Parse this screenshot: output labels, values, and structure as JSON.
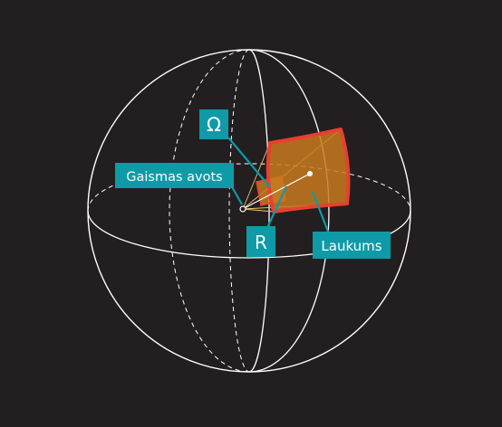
{
  "labels": {
    "omega": "Ω",
    "light_source": "Gaismas avots",
    "radius": "R",
    "area": "Laukums"
  },
  "colors": {
    "background": "#231f20",
    "sphere_lines": "#ffffff",
    "label_box": "#0e9aa7",
    "patch_fill": "#c97a1e",
    "patch_outline": "#e8402e",
    "rays": "#f2c46a"
  }
}
